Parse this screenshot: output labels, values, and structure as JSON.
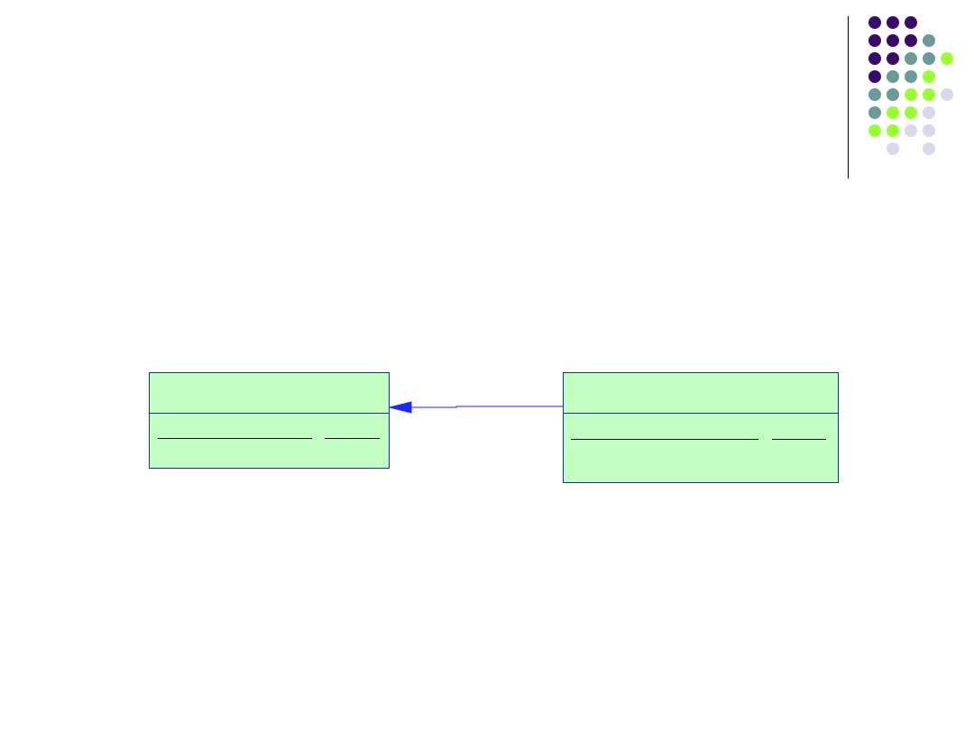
{
  "colors": {
    "purple": "#3a0a6b",
    "teal": "#6a9a9a",
    "lime": "#99ff33",
    "lavender": "#d8d8ec",
    "box_fill": "#c2ffc2",
    "box_border": "#1a2aa0",
    "arrow": "#1a2aff"
  },
  "dot_grid": [
    [
      "purple",
      "purple",
      "purple",
      "",
      ""
    ],
    [
      "purple",
      "purple",
      "purple",
      "teal",
      ""
    ],
    [
      "purple",
      "purple",
      "teal",
      "teal",
      "lime"
    ],
    [
      "purple",
      "teal",
      "teal",
      "lime",
      ""
    ],
    [
      "teal",
      "teal",
      "lime",
      "lime",
      "lavender"
    ],
    [
      "teal",
      "lime",
      "lime",
      "lavender",
      ""
    ],
    [
      "lime",
      "lime",
      "lavender",
      "lavender",
      ""
    ],
    [
      "",
      "lavender",
      "",
      "lavender",
      ""
    ]
  ],
  "diagram": {
    "left_class": {
      "name": "",
      "attributes": [
        {
          "name": "",
          "type": ""
        }
      ]
    },
    "right_class": {
      "name": "",
      "attributes": [
        {
          "name": "",
          "type": ""
        }
      ]
    },
    "relationship": "generalization"
  }
}
